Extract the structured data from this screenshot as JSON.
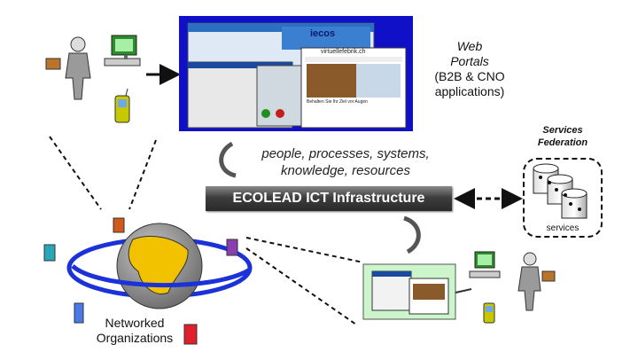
{
  "web_portals": {
    "line1": "Web",
    "line2": "Portals",
    "line3": "(B2B & CNO",
    "line4": "applications)"
  },
  "flow_text": {
    "line1": "people, processes, systems,",
    "line2": "knowledge, resources"
  },
  "infrastructure_label": "ECOLEAD ICT Infrastructure",
  "services_federation": {
    "line1": "Services",
    "line2": "Federation",
    "bottom_label": "services"
  },
  "networked_organizations": {
    "line1": "Networked",
    "line2": "Organizations"
  },
  "screens": {
    "tab_label": "iecos",
    "site_title": "virtuellefebrik.ch",
    "caption": "Behalten Sie Ihr Ziel vor Augen"
  },
  "colors": {
    "portal_blue": "#1010c8",
    "globe_ocean": "#8c8c8c",
    "globe_land": "#f2c200",
    "orbit_blue": "#1a32d8",
    "panel_green": "#ccf5cc",
    "bar_dark": "#333333"
  }
}
